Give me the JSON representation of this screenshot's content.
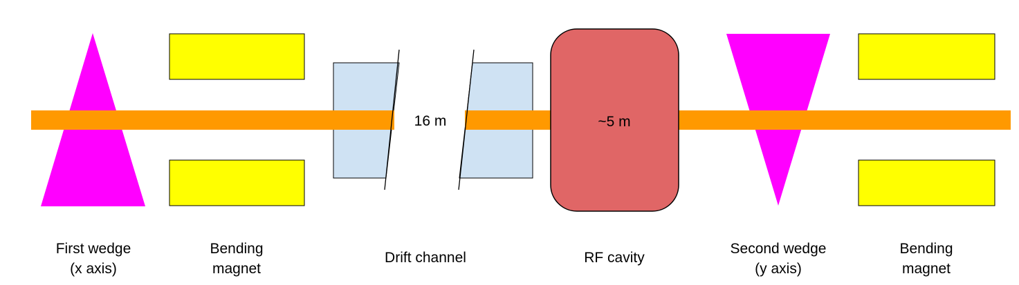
{
  "labels": {
    "drift_length": "16 m",
    "rf_length": "~5 m",
    "first_wedge_line1": "First wedge",
    "first_wedge_line2": "(x axis)",
    "bend1_line1": "Bending",
    "bend1_line2": "magnet",
    "drift_channel": "Drift channel",
    "rf_cavity": "RF cavity",
    "second_wedge_line1": "Second wedge",
    "second_wedge_line2": "(y axis)",
    "bend2_line1": "Bending",
    "bend2_line2": "magnet"
  },
  "colors": {
    "beam": "#ff9900",
    "wedge": "#ff00ff",
    "magnet": "#ffff00",
    "drift": "#cfe2f3",
    "rf": "#e06666",
    "outline": "#000000"
  }
}
